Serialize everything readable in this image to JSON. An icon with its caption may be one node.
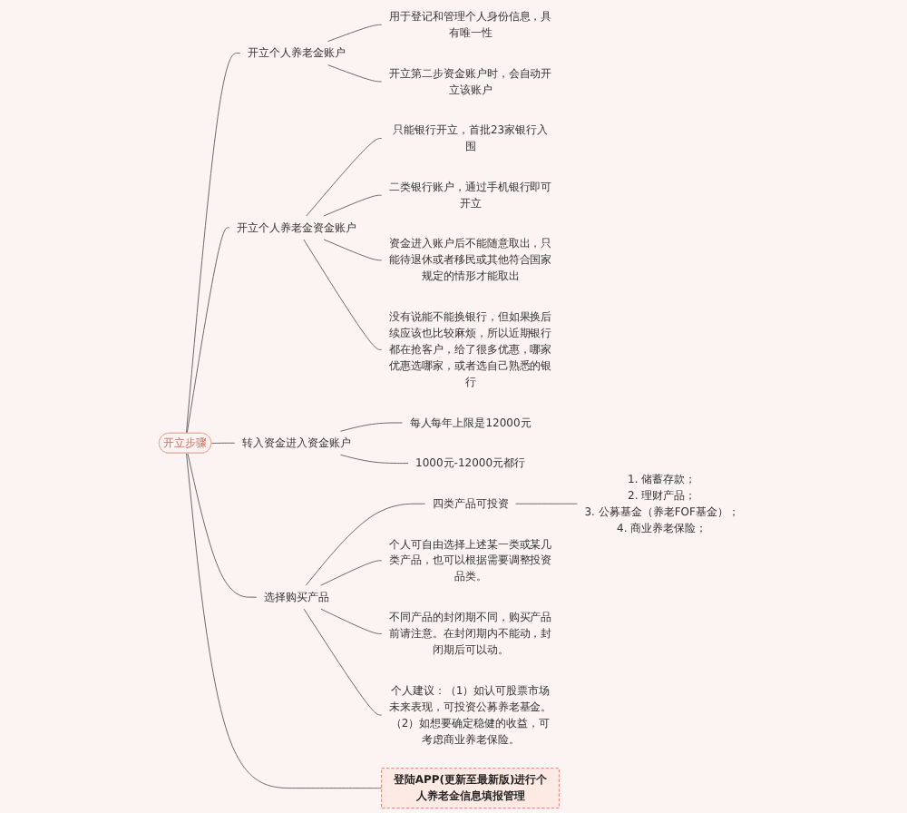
{
  "diagram": {
    "nodes": [
      {
        "text": [
          "开立步骤"
        ]
      },
      {
        "text": [
          "开立个人养老金账户"
        ]
      },
      {
        "text": [
          "用于登记和管理个人身份信息，具有唯一性"
        ]
      },
      {
        "text": [
          "开立第二步资金账户时，会自动开立该账户"
        ]
      },
      {
        "text": [
          "开立个人养老金资金账户"
        ]
      },
      {
        "text": [
          "只能银行开立，首批23家银行入围"
        ]
      },
      {
        "text": [
          "二类银行账户，通过手机银行即可开立"
        ]
      },
      {
        "text": [
          "资金进入账户后不能随意取出，只能待退休或者移民或其他符合国家规定的情形才能取出"
        ]
      },
      {
        "text": [
          "没有说能不能换银行，但如果换后续应该也比较麻烦，所以近期银行都在抢客户，给了很多优惠，哪家优惠选哪家，或者选自己熟悉的银行"
        ]
      },
      {
        "text": [
          "转入资金进入资金账户"
        ]
      },
      {
        "text": [
          "每人每年上限是12000元"
        ]
      },
      {
        "text": [
          "1000元-12000元都行"
        ]
      },
      {
        "text": [
          "选择购买产品"
        ]
      },
      {
        "text": [
          "四类产品可投资"
        ]
      },
      {
        "text": [
          "1. 储蓄存款；",
          "2. 理财产品；",
          "3. 公募基金（养老FOF基金）；",
          "4. 商业养老保险；"
        ]
      },
      {
        "text": [
          "个人可自由选择上述某一类或某几类产品，也可以根据需要调整投资品类。"
        ]
      },
      {
        "text": [
          "不同产品的封闭期不同，购买产品前请注意。在封闭期内不能动，封闭期后可以动。"
        ]
      },
      {
        "text": [
          "个人建议：（1）如认可股票市场未来表现，可投资公募养老基金。（2）如想要确定稳健的收益，可考虑商业养老保险。"
        ]
      },
      {
        "text": [
          "登陆APP(更新至最新版)进行个人养老金信息填报管理"
        ]
      }
    ],
    "edges": [
      {
        "from": 0,
        "to": 1,
        "arrow": "none"
      },
      {
        "from": 0,
        "to": 4,
        "arrow": "none"
      },
      {
        "from": 0,
        "to": 9,
        "arrow": "none"
      },
      {
        "from": 0,
        "to": 12,
        "arrow": "none"
      },
      {
        "from": 0,
        "to": 18,
        "arrow": "none"
      },
      {
        "from": 1,
        "to": 2,
        "arrow": "none"
      },
      {
        "from": 1,
        "to": 3,
        "arrow": "none"
      },
      {
        "from": 4,
        "to": 5,
        "arrow": "none"
      },
      {
        "from": 4,
        "to": 6,
        "arrow": "none"
      },
      {
        "from": 4,
        "to": 7,
        "arrow": "none"
      },
      {
        "from": 4,
        "to": 8,
        "arrow": "none"
      },
      {
        "from": 9,
        "to": 10,
        "arrow": "none"
      },
      {
        "from": 9,
        "to": 11,
        "arrow": "none"
      },
      {
        "from": 12,
        "to": 13,
        "arrow": "none"
      },
      {
        "from": 13,
        "to": 14,
        "arrow": "none"
      },
      {
        "from": 12,
        "to": 15,
        "arrow": "none"
      },
      {
        "from": 12,
        "to": 16,
        "arrow": "none"
      },
      {
        "from": 12,
        "to": 17,
        "arrow": "none"
      }
    ]
  }
}
